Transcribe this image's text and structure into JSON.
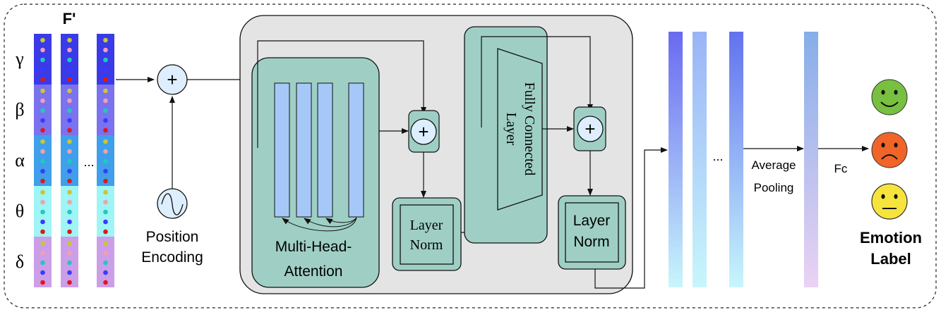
{
  "feature_matrix": {
    "title": "F'",
    "bands": [
      {
        "symbol": "γ",
        "color": "#3a3ae8"
      },
      {
        "symbol": "β",
        "color": "#7a72ee"
      },
      {
        "symbol": "α",
        "color": "#3f9fea"
      },
      {
        "symbol": "θ",
        "color": "#9ff4f6"
      },
      {
        "symbol": "δ",
        "color": "#cc9ee8"
      }
    ],
    "ellipsis": "...",
    "dot_colors": [
      "#c8c832",
      "#f0a0b0",
      "#20c8c0",
      "#3a3aff",
      "#e01818"
    ]
  },
  "position_encoding": {
    "label_line1": "Position",
    "label_line2": "Encoding",
    "plus": "+"
  },
  "transformer": {
    "mha_label_line1": "Multi-Head-",
    "mha_label_line2": "Attention",
    "fc_label_line1": "Fully Connected",
    "fc_label_line2": "Layer",
    "layernorm1_line1": "Layer",
    "layernorm1_line2": "Norm",
    "layernorm2_line1": "Layer",
    "layernorm2_line2": "Norm",
    "plus": "+"
  },
  "output": {
    "ellipsis": "...",
    "pooling_line1": "Average",
    "pooling_line2": "Pooling",
    "fc": "Fc",
    "emotion_line1": "Emotion",
    "emotion_line2": "Label"
  },
  "colors": {
    "teal_box": "#9fcfc4",
    "gray_block": "#e4e4e4",
    "attn_bar": "#a6c8f8",
    "plus_circle": "#ddeeff",
    "face_happy": "#78c040",
    "face_sad": "#f06428",
    "face_neutral": "#f6e43c"
  }
}
